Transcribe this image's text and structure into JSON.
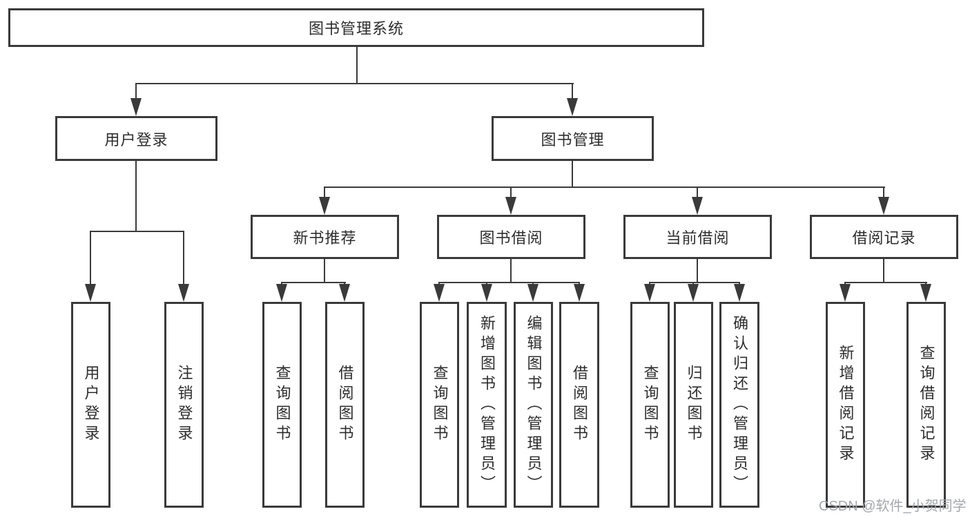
{
  "tree": {
    "root": {
      "label": "图书管理系统",
      "children": [
        {
          "label": "用户登录",
          "children": [
            {
              "label": "用户登录"
            },
            {
              "label": "注销登录"
            }
          ]
        },
        {
          "label": "图书管理",
          "children": [
            {
              "label": "新书推荐",
              "children": [
                {
                  "label": "查询图书"
                },
                {
                  "label": "借阅图书"
                }
              ]
            },
            {
              "label": "图书借阅",
              "children": [
                {
                  "label": "查询图书"
                },
                {
                  "label": "新增图书（管理员）"
                },
                {
                  "label": "编辑图书（管理员）"
                },
                {
                  "label": "借阅图书"
                }
              ]
            },
            {
              "label": "当前借阅",
              "children": [
                {
                  "label": "查询图书"
                },
                {
                  "label": "归还图书"
                },
                {
                  "label": "确认归还（管理员）"
                }
              ]
            },
            {
              "label": "借阅记录",
              "children": [
                {
                  "label": "新增借阅记录"
                },
                {
                  "label": "查询借阅记录"
                }
              ]
            }
          ]
        }
      ]
    }
  },
  "watermark": {
    "text": "CSDN @软件_小贺同学"
  },
  "colors": {
    "line": "#3a3a3a",
    "box_border": "#3a3a3a",
    "text": "#2d2d2d",
    "background": "#ffffff",
    "watermark": "#9ea3a8"
  }
}
